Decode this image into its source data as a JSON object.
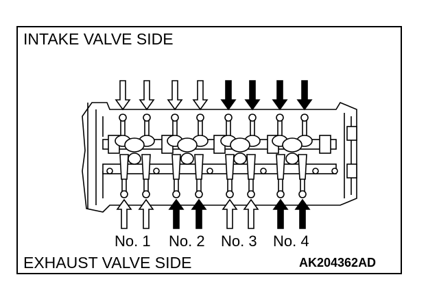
{
  "labels": {
    "top_side": "INTAKE VALVE SIDE",
    "bottom_side": "EXHAUST VALVE SIDE",
    "figure_code": "AK204362AD"
  },
  "cylinders": [
    "No. 1",
    "No. 2",
    "No. 3",
    "No. 4"
  ],
  "arrows": {
    "intake": [
      "outline",
      "outline",
      "outline",
      "outline",
      "filled",
      "filled",
      "filled",
      "filled"
    ],
    "exhaust": [
      "outline",
      "outline",
      "filled",
      "filled",
      "outline",
      "outline",
      "filled",
      "filled"
    ]
  },
  "colors": {
    "line": "#000000",
    "background": "#ffffff",
    "filled_arrow": "#000000",
    "outline_arrow": "#ffffff"
  }
}
